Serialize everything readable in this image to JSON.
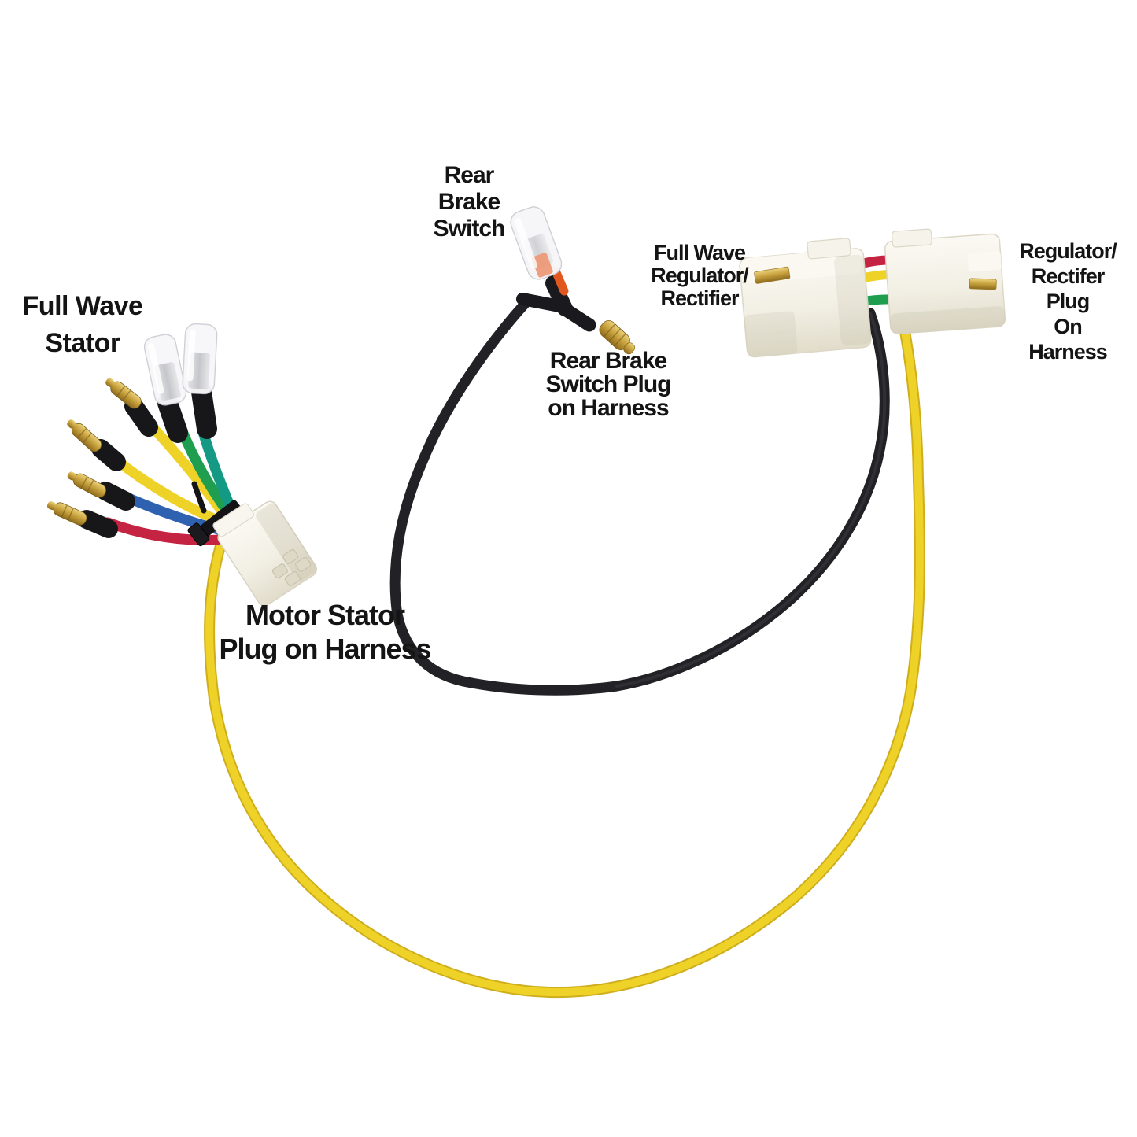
{
  "page": {
    "description": "Annotated product photo of a full wave motorcycle wiring harness with labeled connectors"
  },
  "labels": {
    "full_wave_stator": "Full Wave\nStator",
    "rear_brake_switch": "Rear\nBrake\nSwitch",
    "rear_brake_switch_plug": "Rear Brake\nSwitch Plug\non Harness",
    "full_wave_regulator_rectifier": "Full Wave\nRegulator/\nRectifier",
    "regulator_rectifier_plug": "Regulator/\nRectifer Plug\nOn Harness",
    "motor_stator_plug": "Motor Stator\nPlug on Harness"
  },
  "colors": {
    "background": "#ffffff",
    "text": "#141414",
    "wire_yellow": "#eed228",
    "wire_yellow_shade": "#cfae1c",
    "wire_black": "#222226",
    "wire_red": "#c42342",
    "wire_green": "#1f9e4f",
    "wire_teal": "#149a84",
    "wire_blue": "#2e62b1",
    "wire_orange": "#e2571f",
    "brass": "#c9a43f",
    "connector_plastic": "#f2efe4"
  },
  "harness": {
    "stator_lead_colors": [
      "yellow",
      "yellow",
      "blue",
      "red",
      "green",
      "teal"
    ],
    "regulator_link_wire_colors": [
      "red",
      "yellow",
      "green"
    ],
    "long_loop_wire_colors": [
      "yellow",
      "black"
    ]
  }
}
